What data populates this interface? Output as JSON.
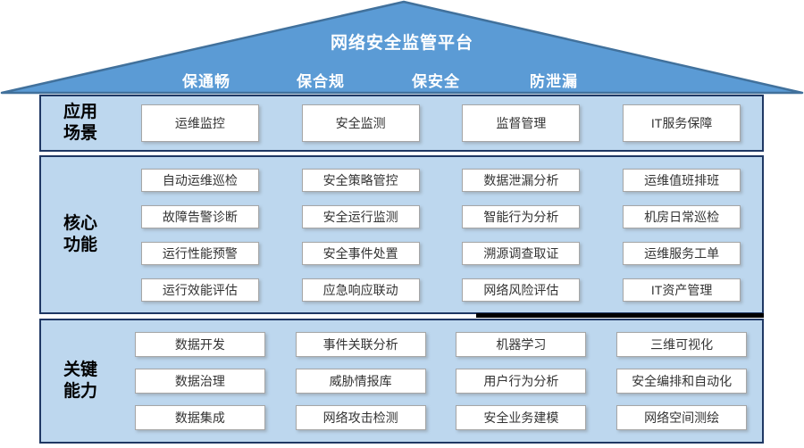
{
  "roof": {
    "title": "网络安全监管平台",
    "pillars": [
      "保通畅",
      "保合规",
      "保安全",
      "防泄漏"
    ]
  },
  "sections": [
    {
      "label": "应用\n场景",
      "rows": [
        [
          "运维监控",
          "安全监测",
          "监督管理",
          "IT服务保障"
        ]
      ]
    },
    {
      "label": "核心\n功能",
      "rows": [
        [
          "自动运维巡检",
          "安全策略管控",
          "数据泄漏分析",
          "运维值班排班"
        ],
        [
          "故障告警诊断",
          "安全运行监测",
          "智能行为分析",
          "机房日常巡检"
        ],
        [
          "运行性能预警",
          "安全事件处置",
          "溯源调查取证",
          "运维服务工单"
        ],
        [
          "运行效能评估",
          "应急响应联动",
          "网络风险评估",
          "IT资产管理"
        ]
      ]
    },
    {
      "label": "关键\n能力",
      "rows": [
        [
          "数据开发",
          "事件关联分析",
          "机器学习",
          "三维可视化"
        ],
        [
          "数据治理",
          "威胁情报库",
          "用户行为分析",
          "安全编排和自动化"
        ],
        [
          "数据集成",
          "网络攻击检测",
          "安全业务建模",
          "网络空间测绘"
        ]
      ]
    }
  ],
  "colors": {
    "roof_fill": "#5B9BD5",
    "roof_edge": "#41719C",
    "section_fill": "#BDD7EE",
    "section_border": "#1F3864",
    "box_fill": "#FFFFFF",
    "box_border": "#A6A6A6",
    "box_text": "#333333",
    "roof_text": "#FFFFFF",
    "divider": "#000000"
  }
}
